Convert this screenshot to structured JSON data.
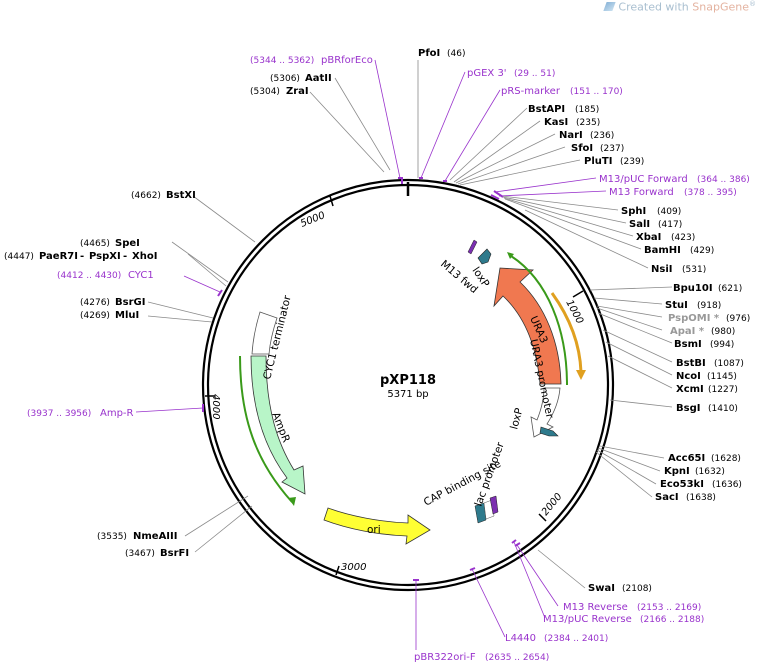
{
  "watermark": {
    "prefix": "Created with ",
    "brand": "SnapGene",
    "suffix": "®"
  },
  "plasmid": {
    "name": "pXP118",
    "size_label": "5371 bp"
  },
  "ticks": [
    "1000",
    "2000",
    "3000",
    "4000",
    "5000"
  ],
  "features": {
    "m13_fwd": "M13 fwd",
    "loxp_top": "loxP",
    "ura3": "URA3",
    "ura3_promoter": "URA3 promoter",
    "loxp_bottom": "loxP",
    "lac_promoter": "lac promoter",
    "cap_site": "CAP binding site",
    "ori": "ori",
    "ampr": "AmpR",
    "cyc1_term": "CYC1 terminator"
  },
  "sites_top_left": [
    {
      "name": "AatII",
      "pos": "(5306)"
    },
    {
      "name": "ZraI",
      "pos": "(5304)"
    }
  ],
  "sites_top": [
    {
      "name": "PfoI",
      "pos": "(46)"
    }
  ],
  "primers_top": [
    {
      "name": "pBRforEco",
      "pos": "(5344 .. 5362)"
    },
    {
      "name": "pGEX 3'",
      "pos": "(29 .. 51)"
    },
    {
      "name": "pRS-marker",
      "pos": "(151 .. 170)"
    }
  ],
  "sites_right": [
    {
      "name": "BstAPI",
      "pos": "(185)"
    },
    {
      "name": "KasI",
      "pos": "(235)"
    },
    {
      "name": "NarI",
      "pos": "(236)"
    },
    {
      "name": "SfoI",
      "pos": "(237)"
    },
    {
      "name": "PluTI",
      "pos": "(239)"
    },
    {
      "name": "SphI",
      "pos": "(409)"
    },
    {
      "name": "SalI",
      "pos": "(417)"
    },
    {
      "name": "XbaI",
      "pos": "(423)"
    },
    {
      "name": "BamHI",
      "pos": "(429)"
    },
    {
      "name": "NsiI",
      "pos": "(531)"
    },
    {
      "name": "Bpu10I",
      "pos": "(621)"
    },
    {
      "name": "StuI",
      "pos": "(918)"
    },
    {
      "name": "PspOMI *",
      "pos": "(976)"
    },
    {
      "name": "ApaI *",
      "pos": "(980)"
    },
    {
      "name": "BsmI",
      "pos": "(994)"
    },
    {
      "name": "BstBI",
      "pos": "(1087)"
    },
    {
      "name": "NcoI",
      "pos": "(1145)"
    },
    {
      "name": "XcmI",
      "pos": "(1227)"
    },
    {
      "name": "BsgI",
      "pos": "(1410)"
    },
    {
      "name": "Acc65I",
      "pos": "(1628)"
    },
    {
      "name": "KpnI",
      "pos": "(1632)"
    },
    {
      "name": "Eco53kI",
      "pos": "(1636)"
    },
    {
      "name": "SacI",
      "pos": "(1638)"
    },
    {
      "name": "SwaI",
      "pos": "(2108)"
    }
  ],
  "primers_right": [
    {
      "name": "M13/pUC Forward",
      "pos": "(364 .. 386)"
    },
    {
      "name": "M13 Forward",
      "pos": "(378 .. 395)"
    },
    {
      "name": "M13 Reverse",
      "pos": "(2153 .. 2169)"
    },
    {
      "name": "M13/pUC Reverse",
      "pos": "(2166 .. 2188)"
    },
    {
      "name": "L4440",
      "pos": "(2384 .. 2401)"
    },
    {
      "name": "pBR322ori-F",
      "pos": "(2635 .. 2654)"
    }
  ],
  "sites_left": [
    {
      "name": "BstXI",
      "pos": "(4662)"
    },
    {
      "name": "SpeI",
      "pos": "(4465)"
    },
    {
      "name": "PaeR7I",
      "pos": "(4447)",
      "extra1": "PspXI",
      "extra2": "XhoI"
    },
    {
      "name": "BsrGI",
      "pos": "(4276)"
    },
    {
      "name": "MluI",
      "pos": "(4269)"
    },
    {
      "name": "NmeAIII",
      "pos": "(3535)"
    },
    {
      "name": "BsrFI",
      "pos": "(3467)"
    }
  ],
  "primers_left": [
    {
      "name": "CYC1",
      "pos": "(4412 .. 4430)"
    },
    {
      "name": "Amp-R",
      "pos": "(3937 .. 3956)"
    }
  ],
  "colors": {
    "ura3": "#f07850",
    "ori": "#ffff33",
    "ampr": "#b8f5c8",
    "terminator": "#ffffff",
    "promoter": "#ffffff",
    "primer": "#9933cc",
    "loxp": "#2e7a8c",
    "orf_line_green": "#3a9a1a",
    "orf_line_orange": "#e0a020"
  }
}
